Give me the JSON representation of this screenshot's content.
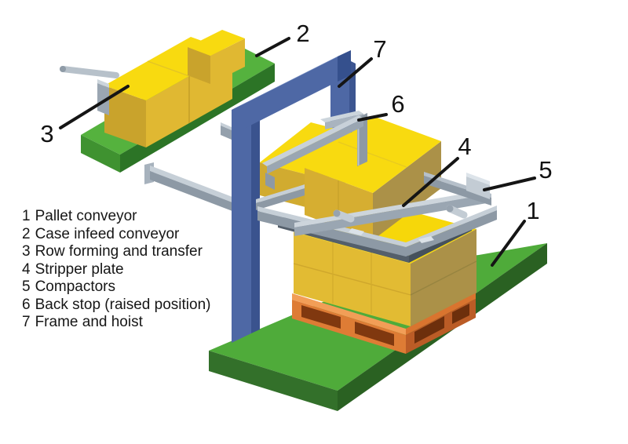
{
  "legend": {
    "items": [
      {
        "number": "1",
        "label": "Pallet conveyor"
      },
      {
        "number": "2",
        "label": "Case infeed conveyor"
      },
      {
        "number": "3",
        "label": "Row forming and transfer"
      },
      {
        "number": "4",
        "label": "Stripper plate"
      },
      {
        "number": "5",
        "label": "Compactors"
      },
      {
        "number": "6",
        "label": "Back stop (raised position)"
      },
      {
        "number": "7",
        "label": "Frame and hoist"
      }
    ]
  },
  "colors": {
    "background": "#ffffff",
    "conveyor_green_top": "#4fab3a",
    "conveyor_green_dark": "#2a6122",
    "case_yellow_top": "#f8da10",
    "case_yellow_front": "#e0b832",
    "case_olive_side": "#ab9148",
    "frame_blue": "#4e68a5",
    "frame_blue_top": "#7b93c7",
    "steel_gray": "#9aa6b2",
    "steel_gray_light": "#c6cfd7",
    "pallet_orange": "#de7c35",
    "pallet_pocket": "#80380f",
    "stripper_slate": "#545f6b",
    "label_text": "#121212"
  }
}
